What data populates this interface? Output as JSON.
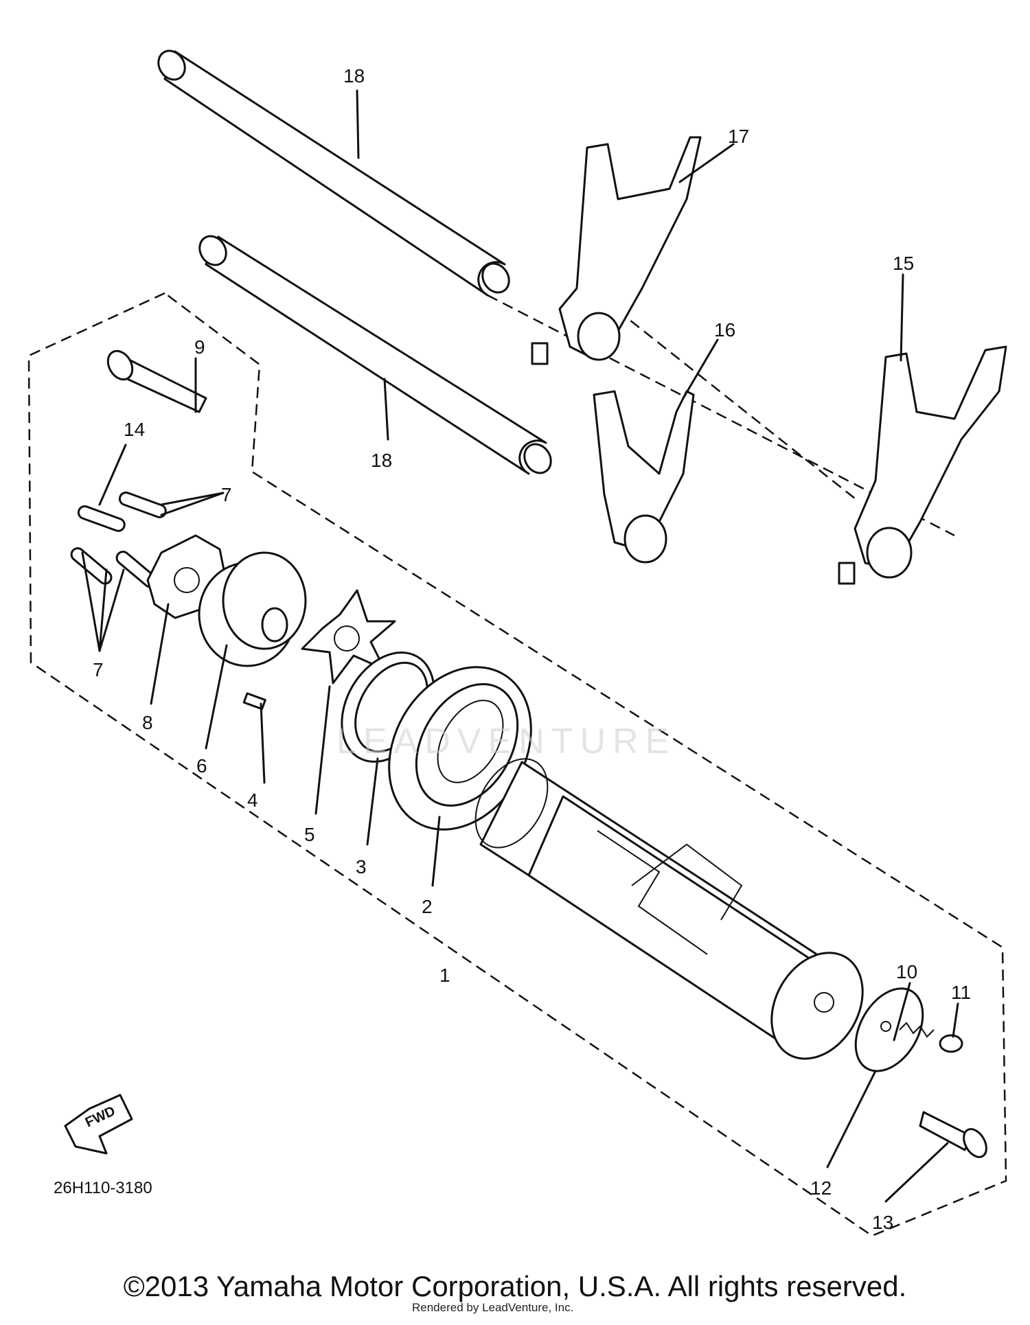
{
  "diagram": {
    "part_code": "26H110-3180",
    "fwd_label": "FWD",
    "callouts": {
      "c1": "1",
      "c2": "2",
      "c3": "3",
      "c4": "4",
      "c5": "5",
      "c6": "6",
      "c7a": "7",
      "c7b": "7",
      "c8": "8",
      "c9": "9",
      "c10": "10",
      "c11": "11",
      "c12": "12",
      "c13": "13",
      "c14": "14",
      "c15": "15",
      "c16": "16",
      "c17": "17",
      "c18a": "18",
      "c18b": "18"
    }
  },
  "footer": {
    "copyright": "©2013 Yamaha Motor Corporation, U.S.A. All rights reserved.",
    "rendered_by": "Rendered by LeadVenture, Inc.",
    "watermark": "LEADVENTURE"
  }
}
